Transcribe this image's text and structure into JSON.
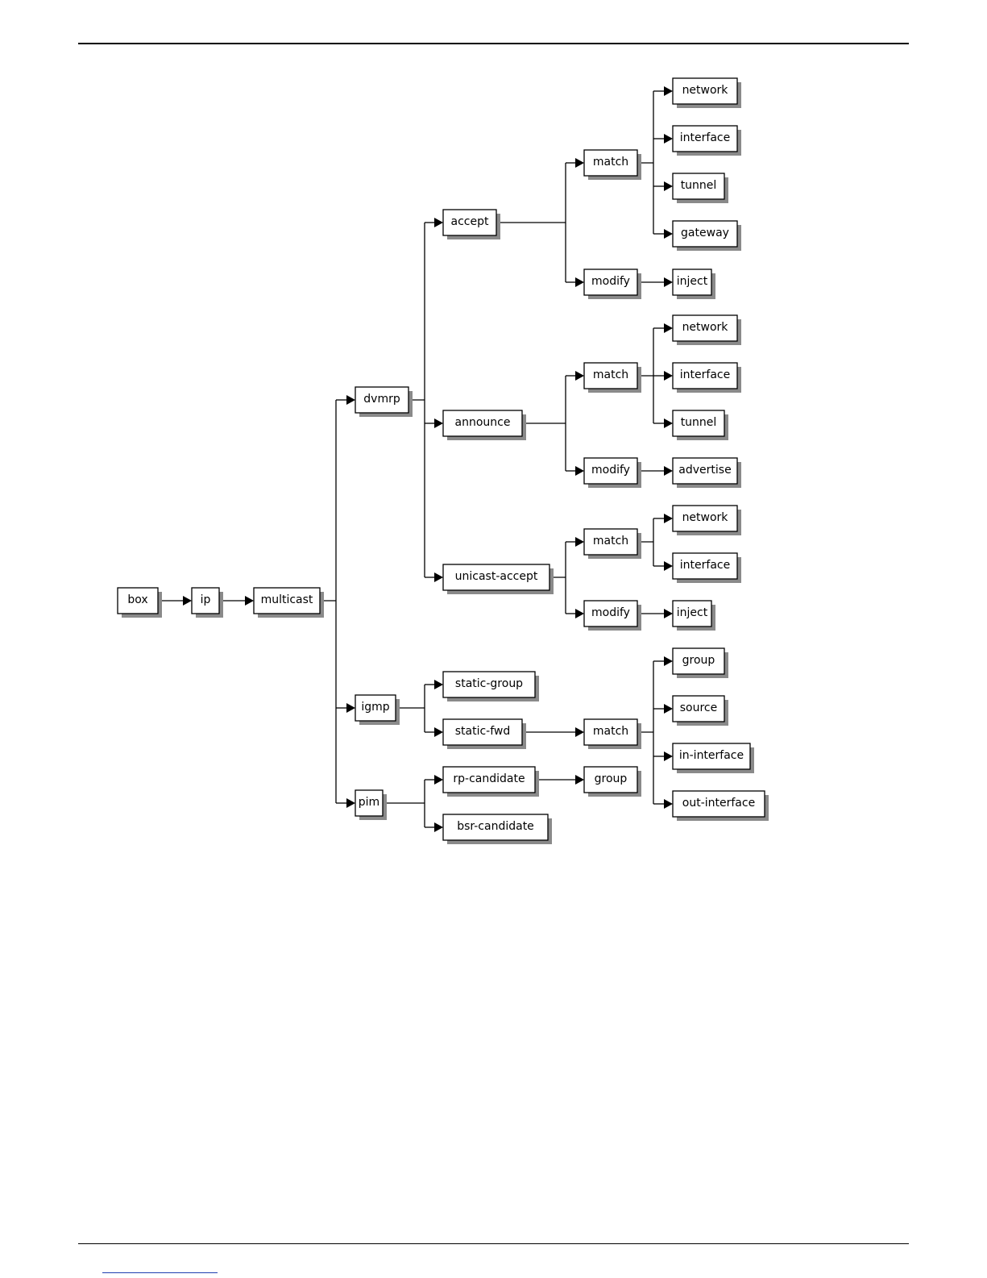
{
  "nodes": {
    "box": "box",
    "ip": "ip",
    "multicast": "multicast",
    "dvmrp": "dvmrp",
    "igmp": "igmp",
    "pim": "pim",
    "accept": "accept",
    "announce": "announce",
    "unicast_accept": "unicast-accept",
    "accept_match": "match",
    "accept_modify": "modify",
    "accept_network": "network",
    "accept_interface": "interface",
    "accept_tunnel": "tunnel",
    "accept_gateway": "gateway",
    "accept_inject": "inject",
    "announce_match": "match",
    "announce_modify": "modify",
    "announce_network": "network",
    "announce_interface": "interface",
    "announce_tunnel": "tunnel",
    "announce_advertise": "advertise",
    "unicast_match": "match",
    "unicast_modify": "modify",
    "unicast_network": "network",
    "unicast_interface": "interface",
    "unicast_inject": "inject",
    "static_group": "static-group",
    "static_fwd": "static-fwd",
    "fwd_match": "match",
    "fwd_group": "group",
    "fwd_source": "source",
    "fwd_in_interface": "in-interface",
    "fwd_out_interface": "out-interface",
    "rp_candidate": "rp-candidate",
    "bsr_candidate": "bsr-candidate",
    "rp_group": "group"
  }
}
